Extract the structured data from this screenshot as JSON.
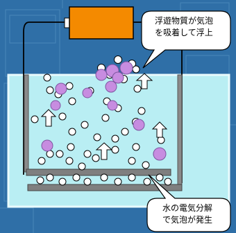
{
  "callouts": {
    "top": {
      "line1": "浮遊物質が気泡",
      "line2": "を吸着して浮上"
    },
    "bottom": {
      "line1": "水の電気分解",
      "line2": "で気泡が発生"
    }
  },
  "colors": {
    "background": "#2e6fa6",
    "water": "#b4ecf2",
    "water_edge": "#e6f8fa",
    "power_supply": "#f28c00",
    "particle": "#c58bdd",
    "particle_edge": "#8a5ca6",
    "bubble": "#ffffff",
    "electrode": "#7f7f7f",
    "wire": "#000000"
  },
  "icons": {
    "power_supply": "orange-box-icon",
    "arrow": "up-arrow-icon",
    "bubble": "white-circle-icon",
    "particle": "purple-circle-icon"
  }
}
